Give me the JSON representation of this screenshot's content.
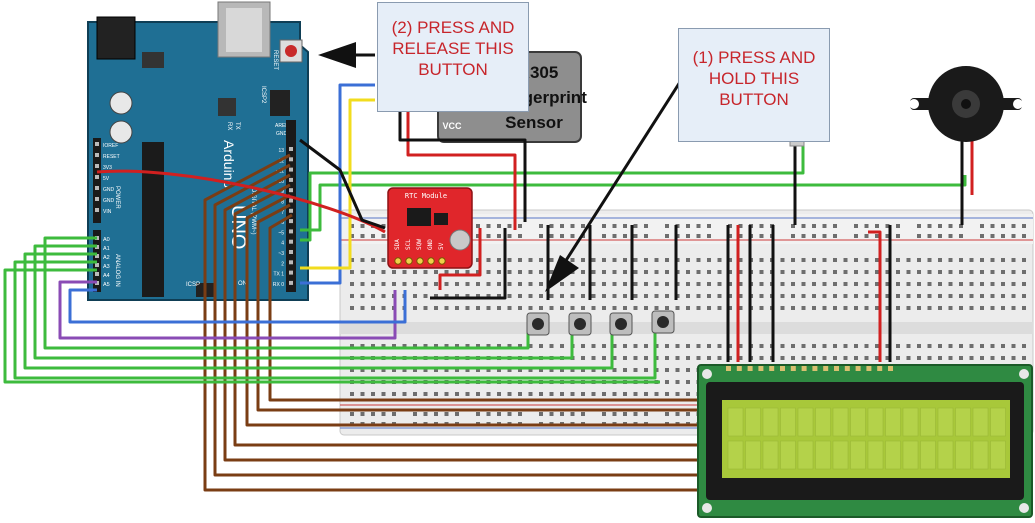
{
  "callouts": {
    "press_release": [
      "(2) PRESS AND",
      "RELEASE THIS",
      "BUTTON"
    ],
    "press_hold": [
      "(1) PRESS AND",
      "HOLD THIS",
      "BUTTON"
    ]
  },
  "sensor": {
    "line1": "R305",
    "line2": "Fingerprint",
    "line3": "Sensor",
    "vcc": "VCC"
  },
  "rtc": {
    "title": "RTC Module",
    "pins": [
      "SDA",
      "SCL",
      "SQW",
      "GND",
      "5V"
    ]
  },
  "arduino": {
    "brand": "Arduino",
    "model": "UNO",
    "reset": "RESET",
    "icsp": "ICSP",
    "icsp2": "ICSP2",
    "aref": "AREF",
    "gnd": "GND",
    "tx": "TX",
    "rx": "RX",
    "on": "ON",
    "power": "POWER",
    "analog_in": "ANALOG IN",
    "digital": "DIGITAL (PWM~)",
    "power_pins": [
      "IOREF",
      "RESET",
      "3V3",
      "5V",
      "GND",
      "GND",
      "VIN"
    ],
    "analog_pins": [
      "A0",
      "A1",
      "A2",
      "A3",
      "A4",
      "A5"
    ],
    "digital_pins": [
      "13",
      "12",
      "~11",
      "~10",
      "~9",
      "8",
      "7",
      "~6",
      "~5",
      "4",
      "~3",
      "2",
      "TX 1",
      "RX 0"
    ]
  },
  "colors": {
    "arduino_board": "#1f6f94",
    "rtc_board": "#e0262b",
    "sensor_box": "#888888",
    "lcd_frame": "#1a1a1a",
    "lcd_screen": "#a8c83a",
    "breadboard": "#e8e8e8",
    "wire_brown": "#7a3d14",
    "wire_green": "#3dbb3d",
    "wire_blue": "#3b6fd6",
    "wire_yellow": "#f2dc1e",
    "wire_red": "#d12020",
    "wire_black": "#111111",
    "wire_purple": "#8a4bb5",
    "callout_text": "#c7252b"
  }
}
